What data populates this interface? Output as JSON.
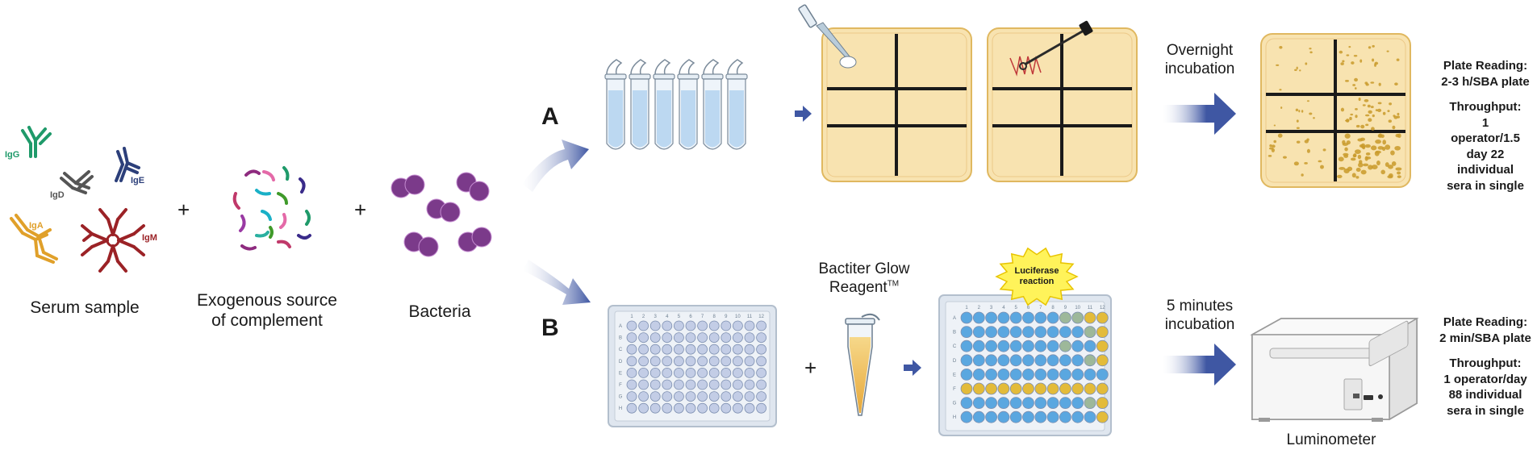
{
  "input": {
    "serum_label": "Serum sample",
    "complement_label": "Exogenous source of complement",
    "bacteria_label": "Bacteria",
    "plus": "+",
    "antibodies": [
      {
        "name": "IgG",
        "color": "#1f9a6a"
      },
      {
        "name": "IgD",
        "color": "#555555"
      },
      {
        "name": "IgE",
        "color": "#2c3f7a"
      },
      {
        "name": "IgA",
        "color": "#e0a02a"
      },
      {
        "name": "IgM",
        "color": "#9b2226"
      }
    ]
  },
  "path_a": {
    "label": "A",
    "incubation": "Overnight incubation",
    "plate_reading_title": "Plate Reading:",
    "plate_reading_value": "2-3 h/SBA plate",
    "throughput_title": "Throughput:",
    "throughput_value": "1 operator/1.5 day 22 individual sera in single"
  },
  "path_b": {
    "label": "B",
    "reagent": "Bactiter Glow Reagent",
    "reagent_tm": "TM",
    "luciferase": "Luciferase reaction",
    "incubation": "5 minutes incubation",
    "instrument": "Luminometer",
    "plate_reading_title": "Plate Reading:",
    "plate_reading_value": "2 min/SBA plate",
    "throughput_title": "Throughput:",
    "throughput_value": "1 operator/day 88 individual sera in single",
    "plate_rows": [
      "A",
      "B",
      "C",
      "D",
      "E",
      "F",
      "G",
      "H"
    ],
    "plate_cols": [
      "1",
      "2",
      "3",
      "4",
      "5",
      "6",
      "7",
      "8",
      "9",
      "10",
      "11",
      "12"
    ]
  },
  "colors": {
    "arrow": "#3f57a3",
    "plate_bg": "#f8e3b0",
    "plate_border": "#e0b860",
    "bacteria": "#7b3a8a",
    "well_empty": "#c3cde6",
    "well_blue": "#5aa7e0",
    "well_yellow": "#e3bb3a",
    "well_green": "#9db89a",
    "starburst": "#fff35a"
  }
}
